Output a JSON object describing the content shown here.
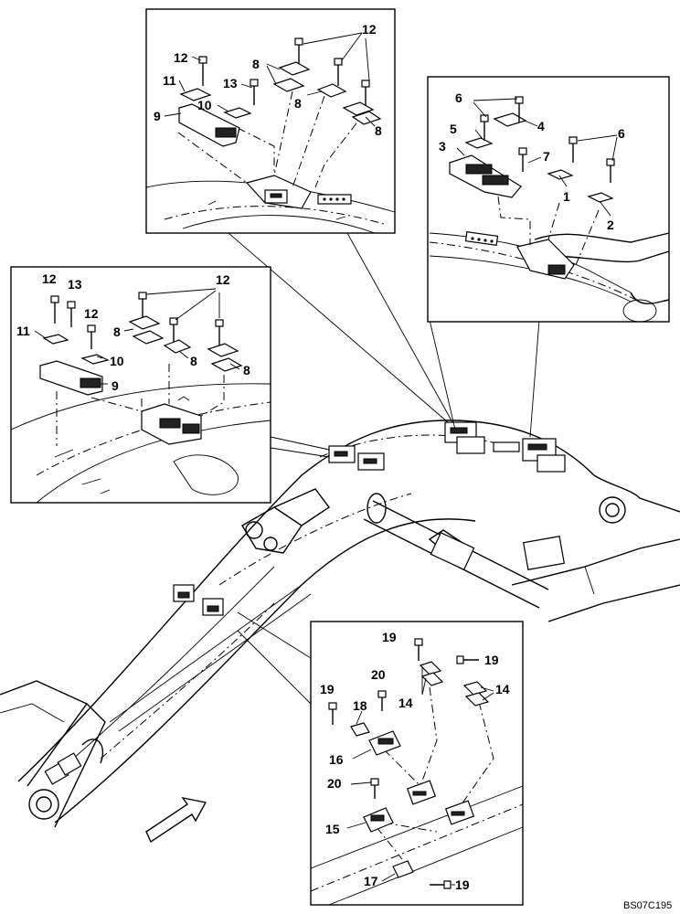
{
  "diagram": {
    "figure_code": "BS07C195",
    "callouts": [
      {
        "id": "top-12a",
        "text": "12"
      },
      {
        "id": "top-12b",
        "text": "12"
      },
      {
        "id": "top-8a",
        "text": "8"
      },
      {
        "id": "top-8b",
        "text": "8"
      },
      {
        "id": "top-8c",
        "text": "8"
      },
      {
        "id": "top-11",
        "text": "11"
      },
      {
        "id": "top-13",
        "text": "13"
      },
      {
        "id": "top-10",
        "text": "10"
      },
      {
        "id": "top-9",
        "text": "9"
      },
      {
        "id": "r-6a",
        "text": "6"
      },
      {
        "id": "r-4",
        "text": "4"
      },
      {
        "id": "r-5",
        "text": "5"
      },
      {
        "id": "r-6b",
        "text": "6"
      },
      {
        "id": "r-3",
        "text": "3"
      },
      {
        "id": "r-7",
        "text": "7"
      },
      {
        "id": "r-1",
        "text": "1"
      },
      {
        "id": "r-2",
        "text": "2"
      },
      {
        "id": "l-12a",
        "text": "12"
      },
      {
        "id": "l-13",
        "text": "13"
      },
      {
        "id": "l-12b",
        "text": "12"
      },
      {
        "id": "l-12c",
        "text": "12"
      },
      {
        "id": "l-11",
        "text": "11"
      },
      {
        "id": "l-8a",
        "text": "8"
      },
      {
        "id": "l-10",
        "text": "10"
      },
      {
        "id": "l-8b",
        "text": "8"
      },
      {
        "id": "l-8c",
        "text": "8"
      },
      {
        "id": "l-9",
        "text": "9"
      },
      {
        "id": "b-19a",
        "text": "19"
      },
      {
        "id": "b-19b",
        "text": "19"
      },
      {
        "id": "b-20a",
        "text": "20"
      },
      {
        "id": "b-14a",
        "text": "14"
      },
      {
        "id": "b-14b",
        "text": "14"
      },
      {
        "id": "b-19c",
        "text": "19"
      },
      {
        "id": "b-18",
        "text": "18"
      },
      {
        "id": "b-16",
        "text": "16"
      },
      {
        "id": "b-20b",
        "text": "20"
      },
      {
        "id": "b-15",
        "text": "15"
      },
      {
        "id": "b-17",
        "text": "17"
      },
      {
        "id": "b-19d",
        "text": "19"
      }
    ]
  }
}
